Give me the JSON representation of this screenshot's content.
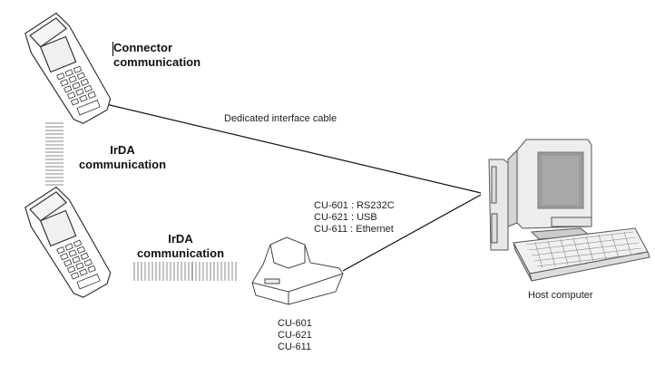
{
  "labels": {
    "connector_line1": "Connector",
    "connector_line2": "communication",
    "irda_vertical_line1": "IrDA",
    "irda_vertical_line2": "communication",
    "irda_horizontal_line1": "IrDA",
    "irda_horizontal_line2": "communication",
    "cable": "Dedicated interface cable",
    "cradle_interfaces": [
      "CU-601 : RS232C",
      "CU-621 : USB",
      "CU-611 : Ethernet"
    ],
    "cradle_models": [
      "CU-601",
      "CU-621",
      "CU-611"
    ],
    "host": "Host computer"
  },
  "icons": {
    "terminal_top": "handheld-terminal-icon",
    "terminal_bottom": "handheld-terminal-icon",
    "cradle": "cradle-icon",
    "host": "desktop-computer-icon",
    "ir_vertical": "infrared-beam-icon",
    "ir_horizontal": "infrared-beam-icon"
  }
}
